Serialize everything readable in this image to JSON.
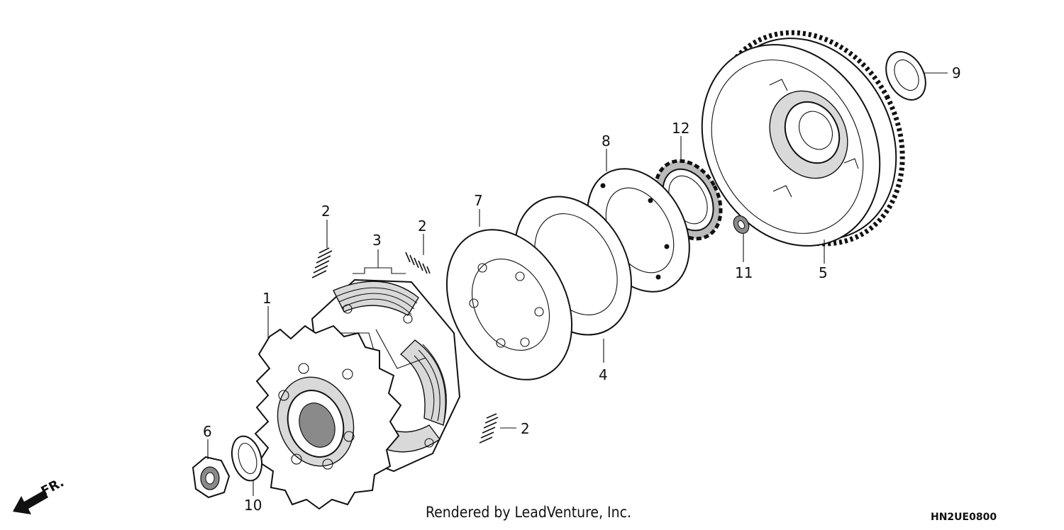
{
  "callouts": [
    {
      "id": "c1",
      "label": "1"
    },
    {
      "id": "c2a",
      "label": "2"
    },
    {
      "id": "c2b",
      "label": "2"
    },
    {
      "id": "c2c",
      "label": "2"
    },
    {
      "id": "c3",
      "label": "3"
    },
    {
      "id": "c4",
      "label": "4"
    },
    {
      "id": "c5",
      "label": "5"
    },
    {
      "id": "c6",
      "label": "6"
    },
    {
      "id": "c7",
      "label": "7"
    },
    {
      "id": "c8",
      "label": "8"
    },
    {
      "id": "c9",
      "label": "9"
    },
    {
      "id": "c10",
      "label": "10"
    },
    {
      "id": "c11",
      "label": "11"
    },
    {
      "id": "c12",
      "label": "12"
    }
  ],
  "direction_label": "FR.",
  "credit": "Rendered by LeadVenture, Inc.",
  "diagram_code": "HN2UE0800"
}
